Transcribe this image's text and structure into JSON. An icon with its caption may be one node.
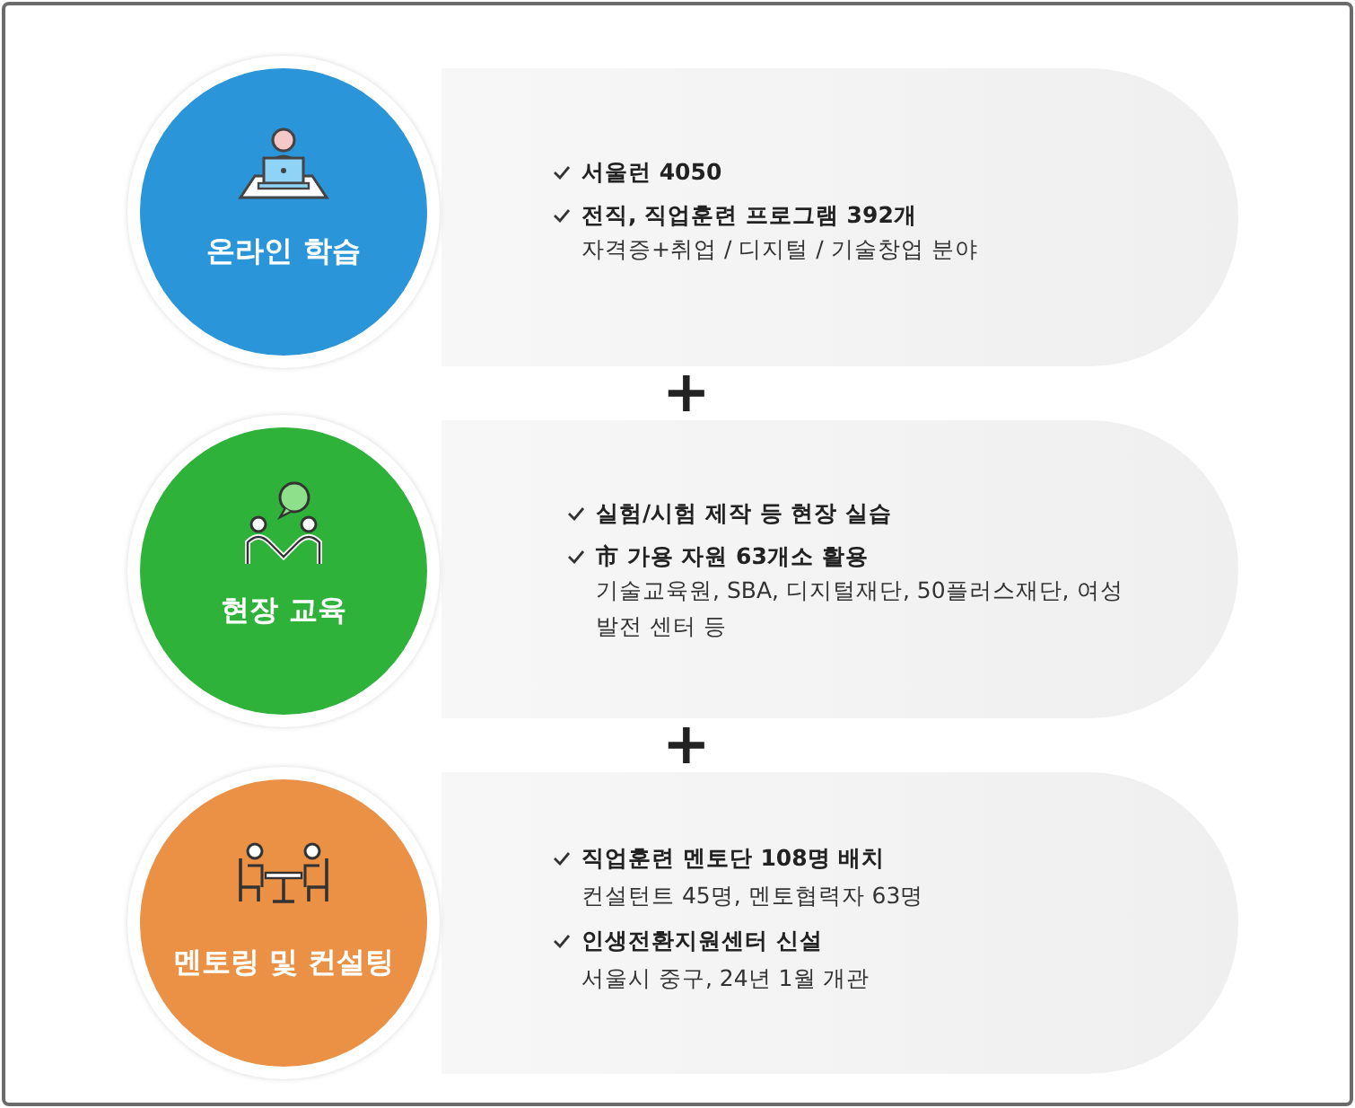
{
  "diagram": {
    "nodes": [
      {
        "text": [
          "온라인 학습"
        ]
      },
      {
        "text": [
          "서울런 4050",
          "전직, 직업훈련 프로그램 392개",
          "자격증+취업 / 디지털 / 기술창업 분야"
        ]
      },
      {
        "text": [
          "현장 교육"
        ]
      },
      {
        "text": [
          "실험/시험 제작 등 현장 실습",
          "市 가용 자원 63개소 활용",
          "기술교육원, SBA, 디지털재단, 50플러스재단, 여성발전 센터 등"
        ]
      },
      {
        "text": [
          "멘토링 및 컨설팅"
        ]
      },
      {
        "text": [
          "직업훈련 멘토단 108명 배치",
          "컨설턴트 45명, 멘토협력자 63명",
          "인생전환지원센터 신설",
          "서울시 중구, 24년 1월 개관"
        ]
      }
    ],
    "labels": [
      "+",
      "+"
    ]
  }
}
